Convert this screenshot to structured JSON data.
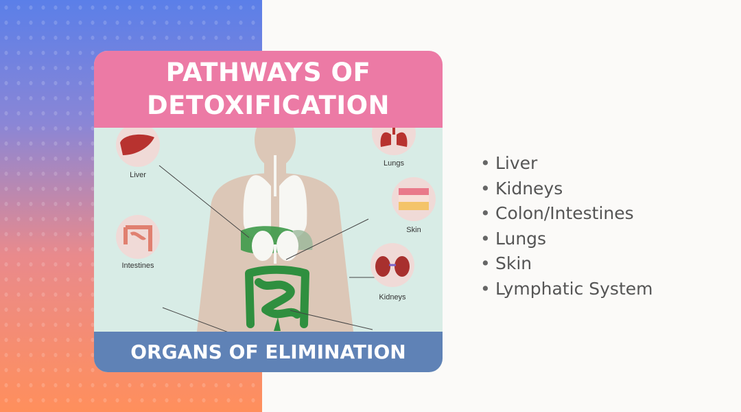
{
  "title_lines": [
    "PATHWAYS OF",
    "DETOXIFICATION"
  ],
  "footer": "ORGANS OF ELIMINATION",
  "organ_labels": {
    "liver": "Liver",
    "lungs": "Lungs",
    "skin": "Skin",
    "intestines": "Intestines",
    "kidneys": "Kidneys"
  },
  "bullet_list": [
    "Liver",
    "Kidneys",
    "Colon/Intestines",
    "Lungs",
    "Skin",
    "Lymphatic System"
  ],
  "colors": {
    "title_bg": "#ec7aa5",
    "footer_bg": "#5f82b6",
    "panel_bg": "#d8ece6",
    "organ_green": "#2f8f3f"
  }
}
